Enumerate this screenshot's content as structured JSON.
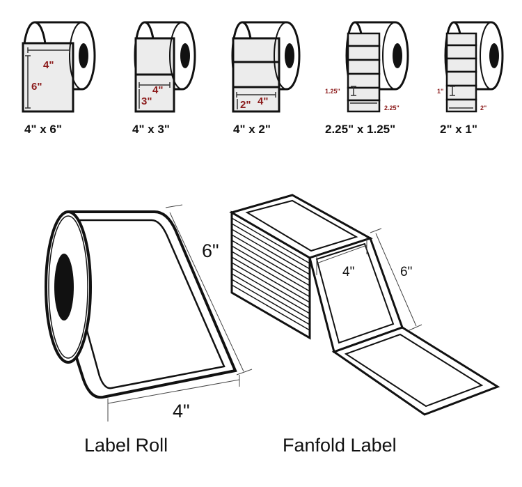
{
  "colors": {
    "outline": "#111111",
    "label_face": "#ebebeb",
    "core": "#111111",
    "dimension_red": "#8b1a1a"
  },
  "label_sizes": [
    {
      "caption": "4\" x 6\"",
      "width_mark": "4\"",
      "height_mark": "6\""
    },
    {
      "caption": "4\" x 3\"",
      "width_mark": "4\"",
      "height_mark": "3\""
    },
    {
      "caption": "4\" x 2\"",
      "width_mark": "4\"",
      "height_mark": "2\""
    },
    {
      "caption": "2.25\" x 1.25\"",
      "width_mark": "2.25\"",
      "height_mark": "1.25\""
    },
    {
      "caption": "2\" x 1\"",
      "width_mark": "2\"",
      "height_mark": "1\""
    }
  ],
  "label_roll": {
    "caption": "Label Roll",
    "width_mark": "4\"",
    "height_mark": "6\""
  },
  "fanfold": {
    "caption": "Fanfold Label",
    "width_mark": "4\"",
    "height_mark": "6\""
  }
}
